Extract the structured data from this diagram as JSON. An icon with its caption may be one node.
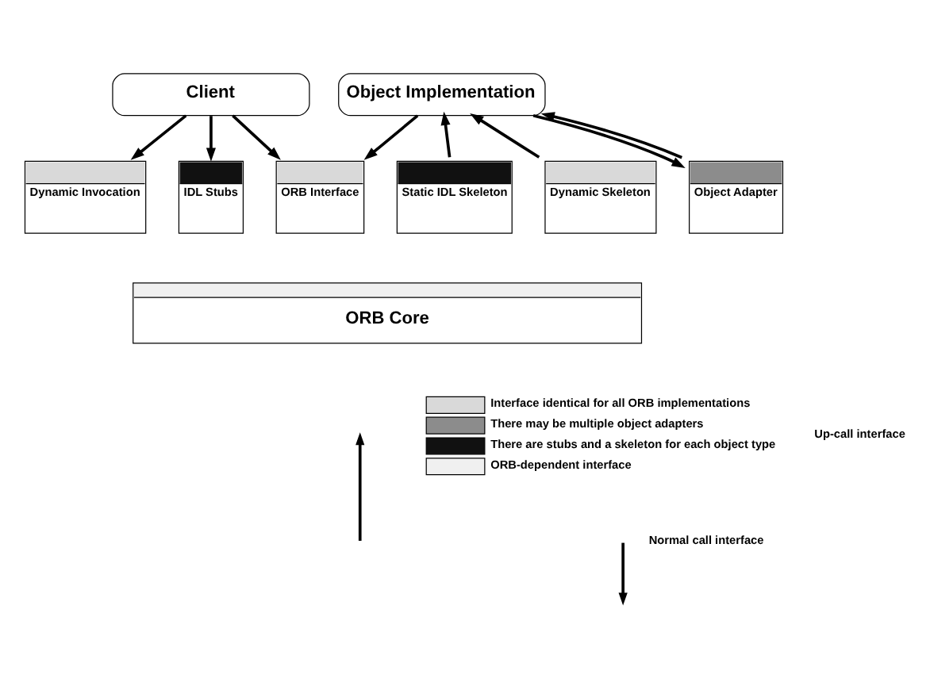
{
  "diagram": {
    "nodes": [
      {
        "text": [
          "Client"
        ]
      },
      {
        "text": [
          "Object Implementation"
        ]
      },
      {
        "text": [
          "Dynamic Invocation"
        ]
      },
      {
        "text": [
          "IDL Stubs"
        ]
      },
      {
        "text": [
          "ORB Interface"
        ]
      },
      {
        "text": [
          "Static IDL Skeleton"
        ]
      },
      {
        "text": [
          "Dynamic Skeleton"
        ]
      },
      {
        "text": [
          "Object Adapter"
        ]
      },
      {
        "text": [
          "ORB Core"
        ]
      }
    ],
    "edges": [
      {
        "from": 0,
        "to": 2,
        "arrow": "to"
      },
      {
        "from": 0,
        "to": 3,
        "arrow": "to"
      },
      {
        "from": 0,
        "to": 4,
        "arrow": "to"
      },
      {
        "from": 1,
        "to": 4,
        "arrow": "to"
      },
      {
        "from": 5,
        "to": 1,
        "arrow": "to"
      },
      {
        "from": 6,
        "to": 1,
        "arrow": "to"
      },
      {
        "from": 1,
        "to": 7,
        "arrow": "to"
      },
      {
        "from": 7,
        "to": 1,
        "arrow": "to"
      }
    ],
    "legend": [
      {
        "text": "Interface identical for all ORB implementations",
        "color": "#d9d9d9"
      },
      {
        "text": "There may be multiple object adapters",
        "color": "#8c8c8c"
      },
      {
        "text": "There are stubs and a skeleton for each object type",
        "color": "#111111"
      },
      {
        "text": "ORB-dependent interface",
        "color": "#f0f0f0"
      },
      {
        "text": "Up-call interface"
      },
      {
        "text": "Normal call interface"
      }
    ]
  }
}
